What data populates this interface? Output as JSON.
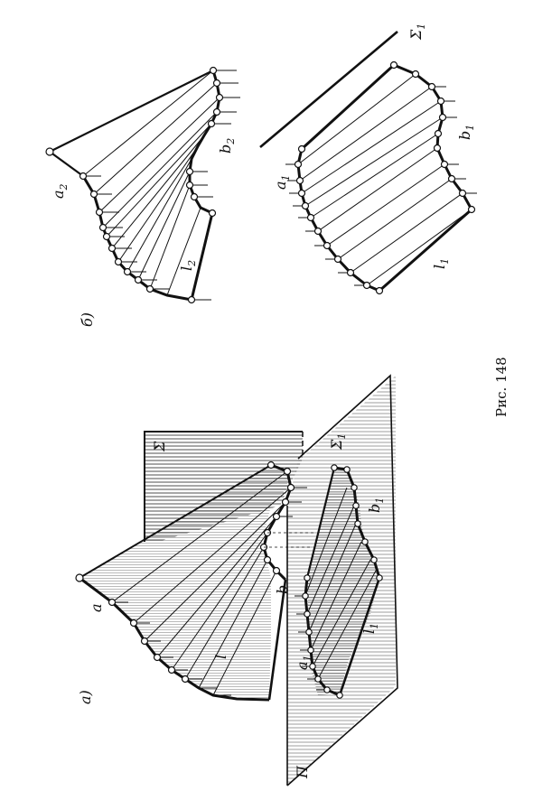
{
  "figure": {
    "caption": "Рис. 148",
    "panel_a_label": "а)",
    "panel_b_label": "б)"
  },
  "labels_a": {
    "a": "a",
    "b": "b",
    "l": "l",
    "sigma": "Σ",
    "pi": "П",
    "sigma1": "Σ",
    "sigma1_sub": "1",
    "a1": "a",
    "a1_sub": "1",
    "b1": "b",
    "b1_sub": "1",
    "l1": "l",
    "l1_sub": "1"
  },
  "labels_b": {
    "a2": "a",
    "a2_sub": "2",
    "b2": "b",
    "b2_sub": "2",
    "l2": "l",
    "l2_sub": "2",
    "a1": "a",
    "a1_sub": "1",
    "b1": "b",
    "b1_sub": "1",
    "l1": "l",
    "l1_sub": "1",
    "sigma1": "Σ",
    "sigma1_sub": "1"
  },
  "colors": {
    "ink": "#111111",
    "paper": "#ffffff"
  }
}
